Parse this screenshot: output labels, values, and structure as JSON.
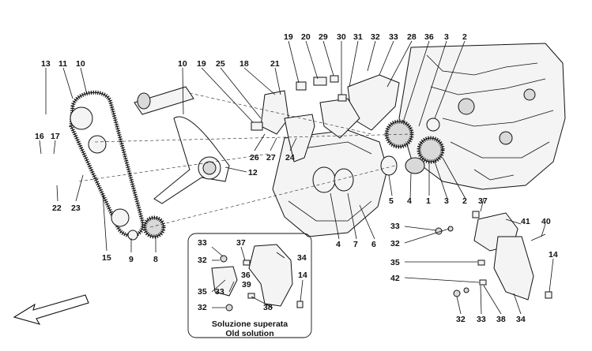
{
  "labels": {
    "l13a": "13",
    "l11": "11",
    "l10a": "10",
    "l16": "16",
    "l17": "17",
    "l22": "22",
    "l23": "23",
    "l15": "15",
    "l9": "9",
    "l8": "8",
    "l10b": "10",
    "l19a": "19",
    "l25": "25",
    "l18": "18",
    "l21": "21",
    "l26": "26",
    "l27": "27",
    "l24": "24",
    "l12": "12",
    "l19b": "19",
    "l20": "20",
    "l29": "29",
    "l30": "30",
    "l31": "31",
    "l32a": "32",
    "l33a": "33",
    "l28": "28",
    "l36": "36",
    "l3a": "3",
    "l2a": "2",
    "l5": "5",
    "l4a": "4",
    "l1": "1",
    "l3b": "3",
    "l2b": "2",
    "l4b": "4",
    "l7": "7",
    "l6": "6",
    "l37a": "37",
    "l33b": "33",
    "l32b": "32",
    "l41": "41",
    "l40": "40",
    "l35a": "35",
    "l42": "42",
    "l14a": "14",
    "l32c": "32",
    "l33c": "33",
    "l38a": "38",
    "l34a": "34",
    "l33d": "33",
    "l37b": "37",
    "l32d": "32",
    "l34b": "34",
    "l36b": "36",
    "l39": "39",
    "l35b": "35",
    "l33e": "33",
    "l14b": "14",
    "l32e": "32",
    "l38b": "38"
  },
  "inset": {
    "caption_line1": "Soluzione superata",
    "caption_line2": "Old solution"
  },
  "icons": {
    "direction_arrow": "direction-arrow-icon"
  },
  "colors": {
    "line": "#111111",
    "background": "#ffffff"
  }
}
